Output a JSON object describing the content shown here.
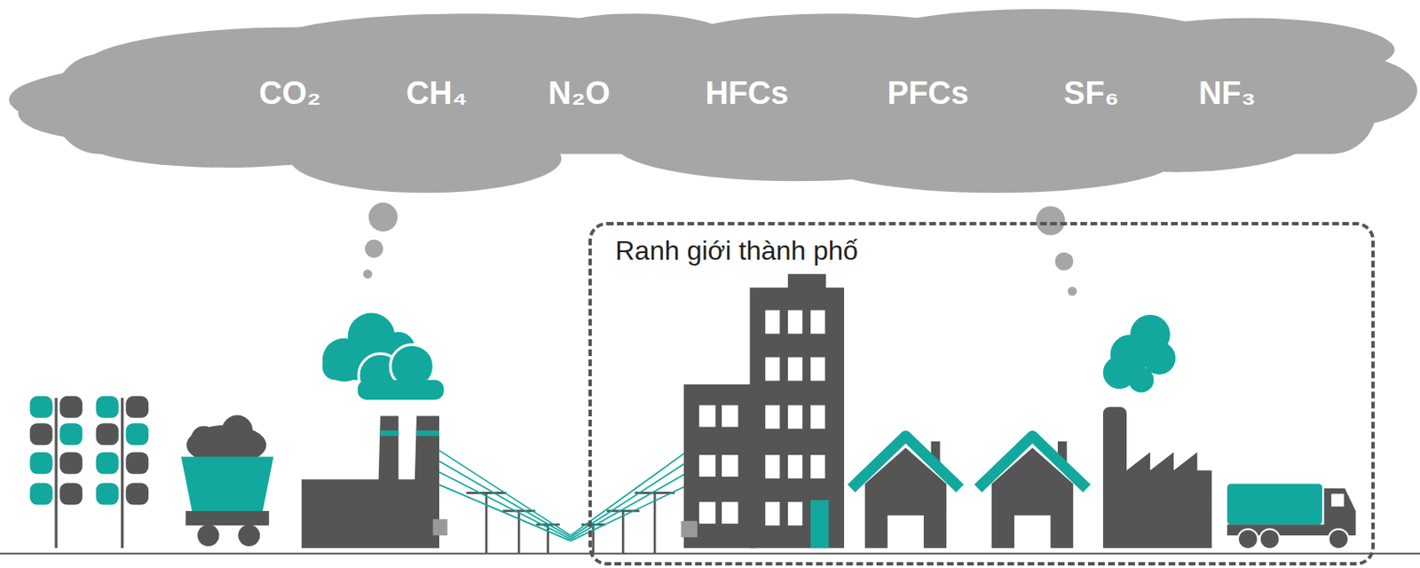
{
  "diagram": {
    "nodes": [
      {
        "text": [
          "CO₂",
          "CH₄",
          "N₂O",
          "HFCs",
          "PFCs",
          "SF₆",
          "NF₃"
        ]
      },
      {
        "text": [
          "Ranh giới thành phố"
        ]
      }
    ]
  }
}
